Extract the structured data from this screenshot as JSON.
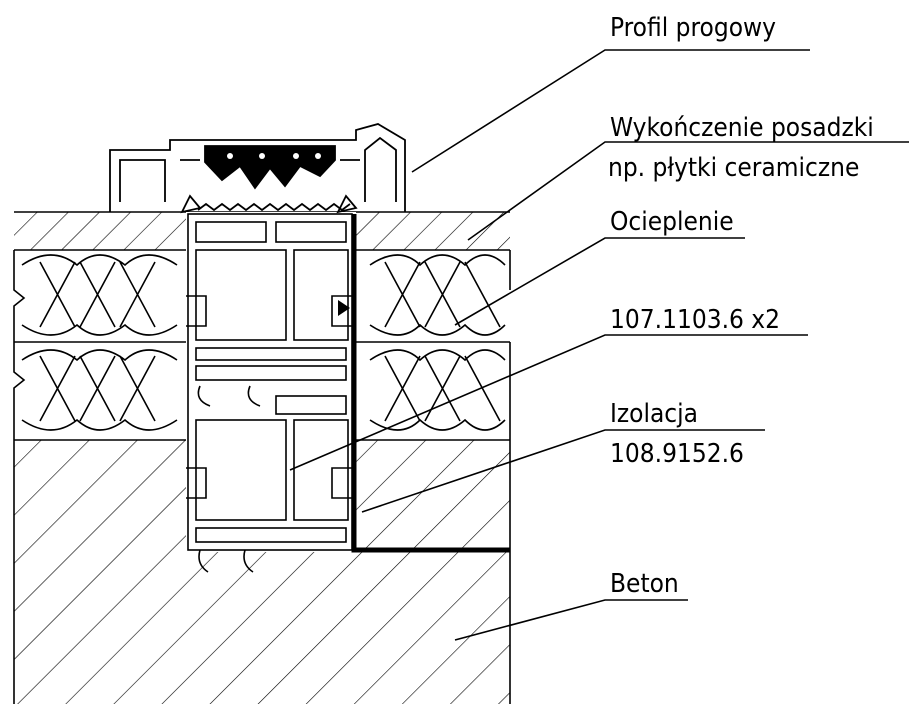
{
  "labels": {
    "profile": "Profil progowy",
    "finish_line1": "Wykończenie posadzki",
    "finish_line2": "np. płytki ceramiczne",
    "insulation": "Ocieplenie",
    "part_number": "107.1103.6 x2",
    "isolation_line1": "Izolacja",
    "isolation_line2": "108.9152.6",
    "concrete": "Beton"
  },
  "colors": {
    "line": "#000000",
    "background": "#ffffff"
  }
}
